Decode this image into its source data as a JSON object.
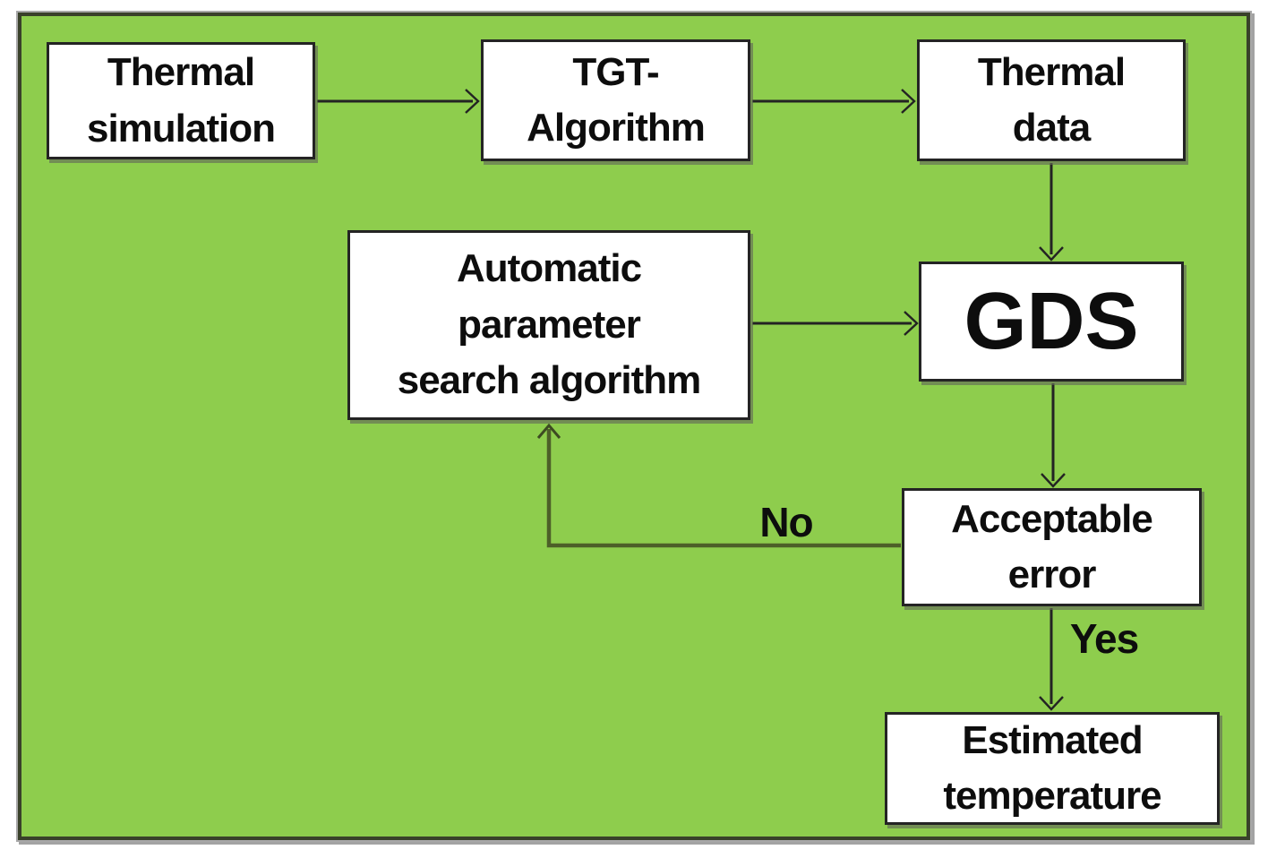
{
  "diagram": {
    "title": "TGT thermal-estimation flowchart",
    "colors": {
      "background_green": "#8ecd4d",
      "panel_border": "#39412a",
      "panel_outline_gray": "#a8a8a8",
      "node_fill": "#ffffff",
      "node_border": "#242424",
      "arrow_line": "#232323",
      "feedback_line": "#4d5f28",
      "text": "#0d0d0d"
    },
    "nodes": {
      "thermal_simulation": {
        "label": "Thermal\nsimulation"
      },
      "tgt_algorithm": {
        "label": "TGT-\nAlgorithm"
      },
      "thermal_data": {
        "label": "Thermal\ndata"
      },
      "auto_param_search": {
        "label": "Automatic\nparameter\nsearch algorithm"
      },
      "gds": {
        "label": "GDS"
      },
      "acceptable_error": {
        "label": "Acceptable\nerror"
      },
      "estimated_temperature": {
        "label": "Estimated\ntemperature"
      }
    },
    "edge_labels": {
      "no": "No",
      "yes": "Yes"
    },
    "edges": [
      {
        "from": "thermal_simulation",
        "to": "tgt_algorithm",
        "label": ""
      },
      {
        "from": "tgt_algorithm",
        "to": "thermal_data",
        "label": ""
      },
      {
        "from": "thermal_data",
        "to": "gds",
        "label": ""
      },
      {
        "from": "auto_param_search",
        "to": "gds",
        "label": ""
      },
      {
        "from": "gds",
        "to": "acceptable_error",
        "label": ""
      },
      {
        "from": "acceptable_error",
        "to": "auto_param_search",
        "label": "No"
      },
      {
        "from": "acceptable_error",
        "to": "estimated_temperature",
        "label": "Yes"
      }
    ]
  }
}
